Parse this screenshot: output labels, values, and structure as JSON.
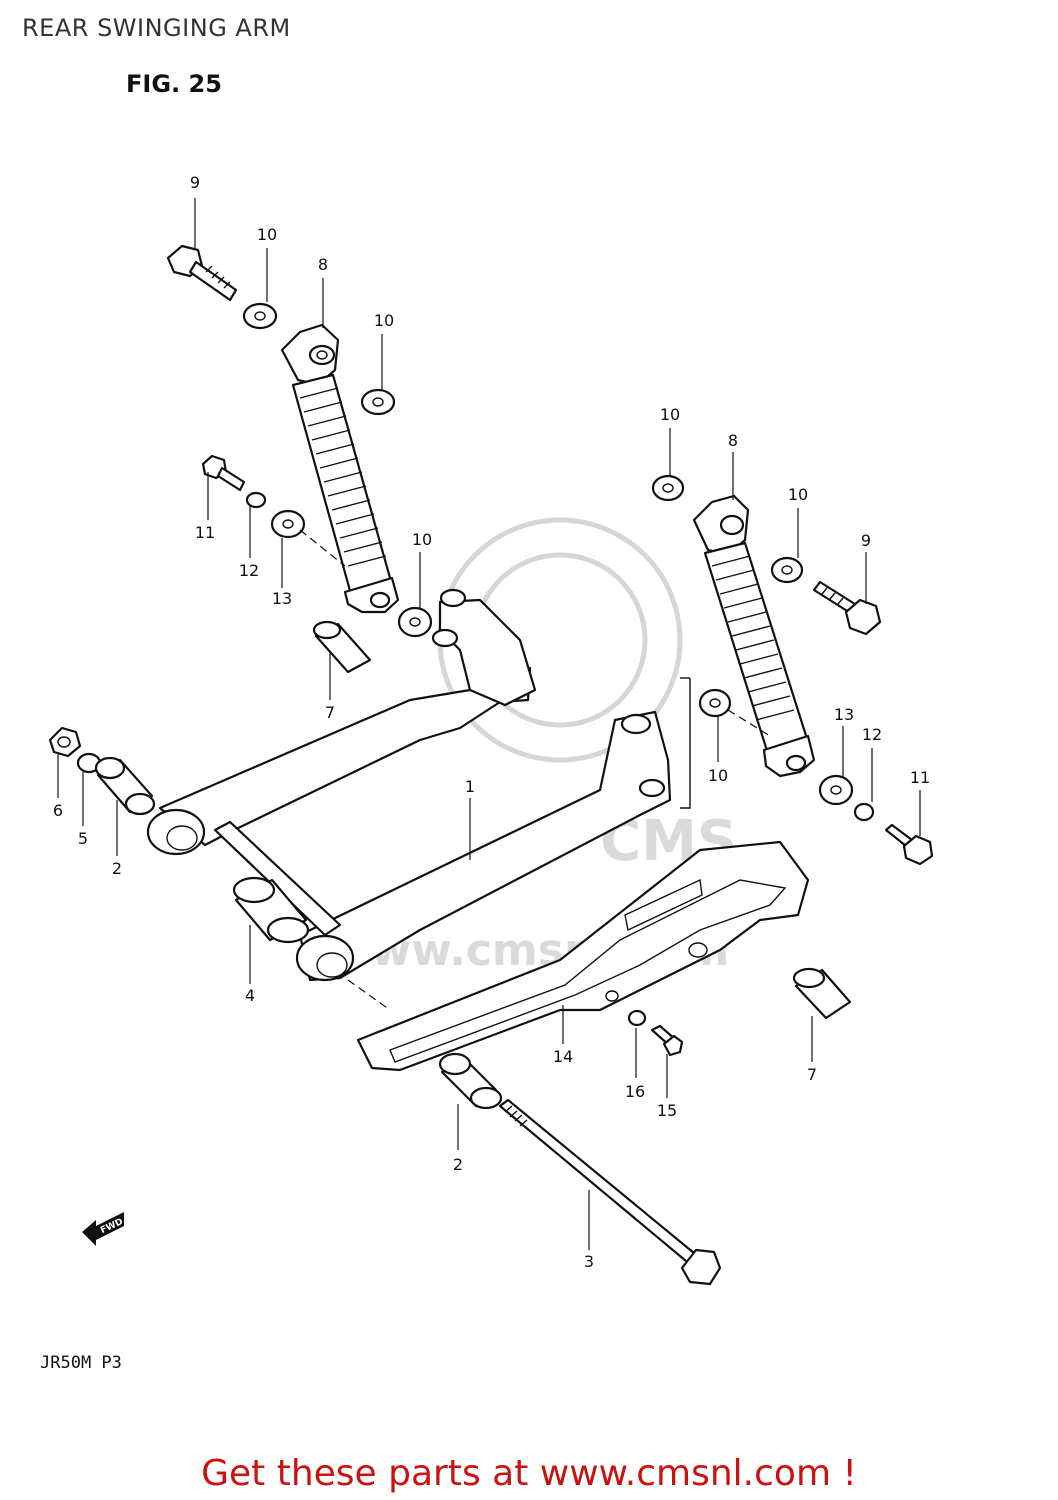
{
  "header": {
    "title": "REAR SWINGING ARM",
    "figure": "FIG. 25"
  },
  "watermark": {
    "text": "www.cmsnl.com",
    "logo": "CMS"
  },
  "footer": {
    "model_code": "JR50M P3",
    "cta": "Get these parts at www.cmsnl.com !"
  },
  "arrow": {
    "label": "FWD"
  },
  "callouts": [
    {
      "id": "c-9a",
      "label": "9"
    },
    {
      "id": "c-10a",
      "label": "10"
    },
    {
      "id": "c-8a",
      "label": "8"
    },
    {
      "id": "c-10b",
      "label": "10"
    },
    {
      "id": "c-11a",
      "label": "11"
    },
    {
      "id": "c-12a",
      "label": "12"
    },
    {
      "id": "c-13a",
      "label": "13"
    },
    {
      "id": "c-10c",
      "label": "10"
    },
    {
      "id": "c-7a",
      "label": "7"
    },
    {
      "id": "c-6",
      "label": "6"
    },
    {
      "id": "c-5",
      "label": "5"
    },
    {
      "id": "c-2a",
      "label": "2"
    },
    {
      "id": "c-1",
      "label": "1"
    },
    {
      "id": "c-4",
      "label": "4"
    },
    {
      "id": "c-10d",
      "label": "10"
    },
    {
      "id": "c-8b",
      "label": "8"
    },
    {
      "id": "c-10e",
      "label": "10"
    },
    {
      "id": "c-9b",
      "label": "9"
    },
    {
      "id": "c-10f",
      "label": "10"
    },
    {
      "id": "c-13b",
      "label": "13"
    },
    {
      "id": "c-12b",
      "label": "12"
    },
    {
      "id": "c-11b",
      "label": "11"
    },
    {
      "id": "c-14",
      "label": "14"
    },
    {
      "id": "c-16",
      "label": "16"
    },
    {
      "id": "c-15",
      "label": "15"
    },
    {
      "id": "c-7b",
      "label": "7"
    },
    {
      "id": "c-2b",
      "label": "2"
    },
    {
      "id": "c-3",
      "label": "3"
    }
  ]
}
